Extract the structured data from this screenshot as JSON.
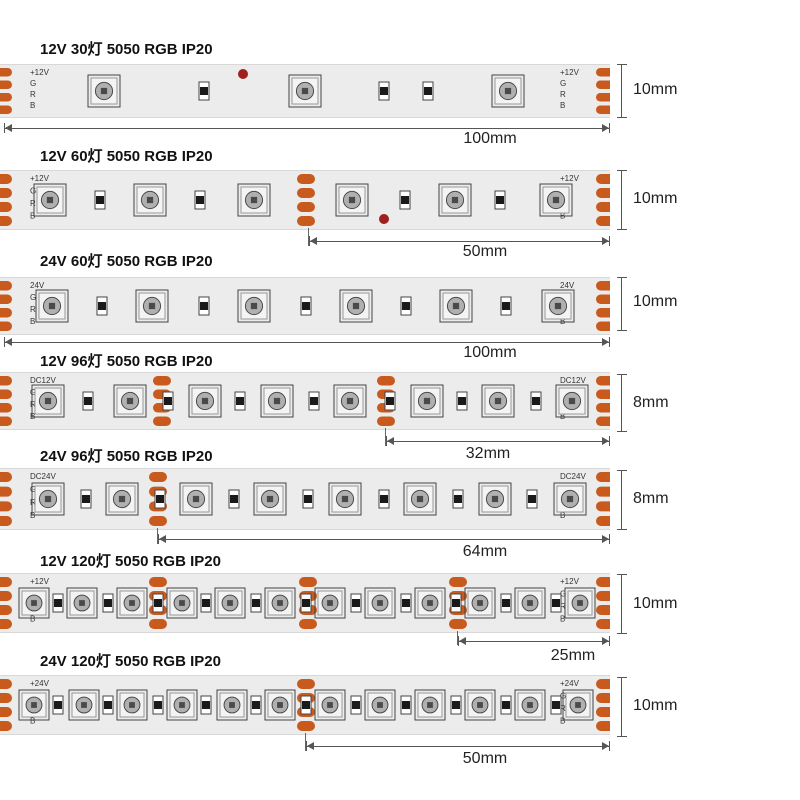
{
  "accent_pad_color": "#c95a1e",
  "led_color": "#4a4a4a",
  "strips": [
    {
      "title": "12V 30灯 5050 RGB IP20",
      "width_label": "10mm",
      "length_label": "100mm",
      "pad_labels": [
        "+12V",
        "G",
        "R",
        "B"
      ]
    },
    {
      "title": "12V 60灯 5050 RGB IP20",
      "width_label": "10mm",
      "length_label": "50mm",
      "pad_labels": [
        "+12V",
        "G",
        "R",
        "B"
      ]
    },
    {
      "title": "24V 60灯 5050 RGB IP20",
      "width_label": "10mm",
      "length_label": "100mm",
      "pad_labels": [
        "24V",
        "G",
        "R",
        "B"
      ]
    },
    {
      "title": "12V 96灯 5050 RGB IP20",
      "width_label": "8mm",
      "length_label": "32mm",
      "pad_labels": [
        "DC12V",
        "G",
        "R",
        "B"
      ]
    },
    {
      "title": "24V 96灯 5050 RGB IP20",
      "width_label": "8mm",
      "length_label": "64mm",
      "pad_labels": [
        "DC24V",
        "G",
        "R",
        "B"
      ]
    },
    {
      "title": "12V 120灯 5050 RGB IP20",
      "width_label": "10mm",
      "length_label": "25mm",
      "pad_labels": [
        "+12V",
        "G",
        "R",
        "B"
      ]
    },
    {
      "title": "24V 120灯 5050 RGB IP20",
      "width_label": "10mm",
      "length_label": "50mm",
      "pad_labels": [
        "+24V",
        "G",
        "R",
        "B"
      ]
    }
  ]
}
